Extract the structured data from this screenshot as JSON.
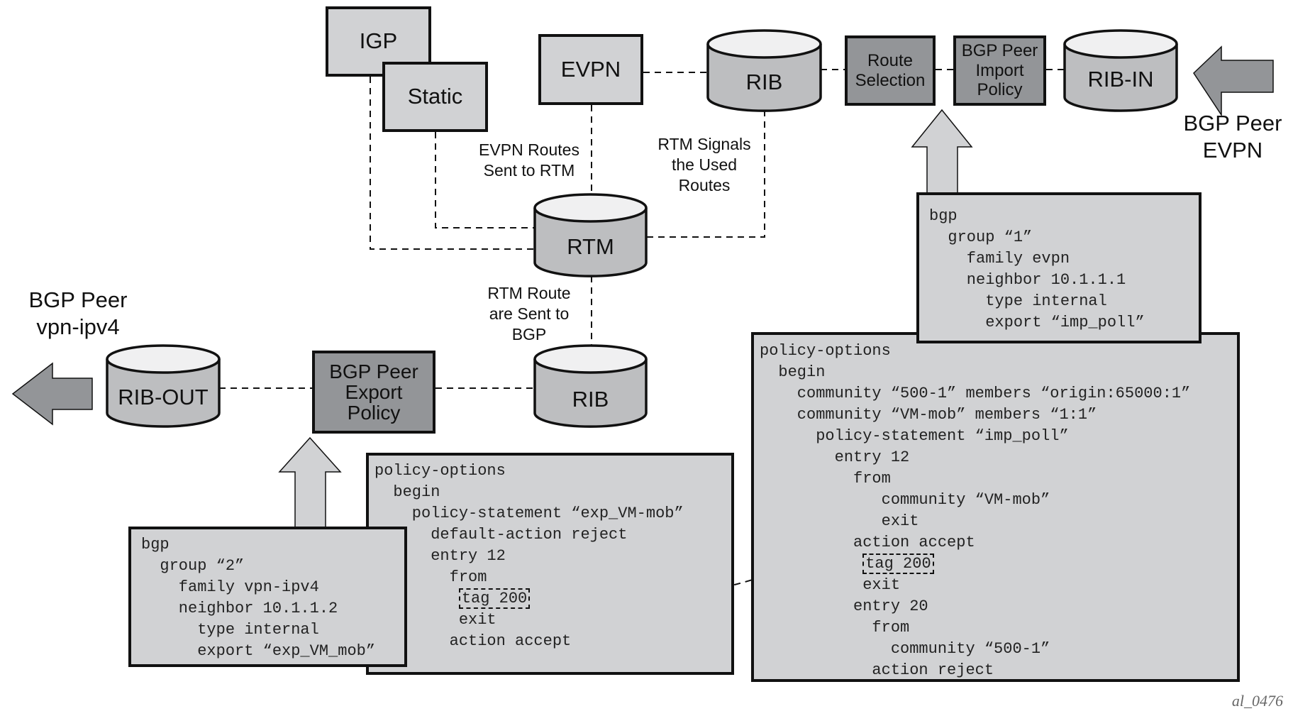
{
  "nodes": {
    "igp": "IGP",
    "static": "Static",
    "evpn": "EVPN",
    "rib_top": "RIB",
    "route_selection": [
      "Route",
      "Selection"
    ],
    "import_policy": [
      "BGP Peer",
      "Import",
      "Policy"
    ],
    "rib_in": "RIB-IN",
    "rtm": "RTM",
    "rib_bottom": "RIB",
    "export_policy": [
      "BGP Peer",
      "Export",
      "Policy"
    ],
    "rib_out": "RIB-OUT"
  },
  "peers": {
    "evpn_peer": [
      "BGP Peer",
      "EVPN"
    ],
    "vpn_peer": [
      "BGP Peer",
      "vpn-ipv4"
    ]
  },
  "notes": {
    "evpn_to_rtm": [
      "EVPN Routes",
      "Sent to RTM"
    ],
    "rtm_signals": [
      "RTM Signals",
      "the Used",
      "Routes"
    ],
    "rtm_to_bgp": [
      "RTM Route",
      "are Sent to",
      "BGP"
    ]
  },
  "code_blocks": {
    "bgp_group1": [
      "bgp",
      "  group “1”",
      "    family evpn",
      "    neighbor 10.1.1.1",
      "      type internal",
      "      export “imp_poll”"
    ],
    "policy_import": [
      "policy-options",
      "  begin",
      "    community “500-1” members “origin:65000:1”",
      "    community “VM-mob” members “1:1”",
      "      policy-statement “imp_poll”",
      "        entry 12",
      "          from",
      "             community “VM-mob”",
      "             exit",
      "          action accept",
      "           tag 200",
      "           exit",
      "          entry 20",
      "            from",
      "              community “500-1”",
      "            action reject"
    ],
    "bgp_group2": [
      "bgp",
      "  group “2”",
      "    family vpn-ipv4",
      "    neighbor 10.1.1.2",
      "      type internal",
      "      export “exp_VM_mob”"
    ],
    "policy_export": [
      "policy-options",
      "  begin",
      "    policy-statement “exp_VM-mob”",
      "      default-action reject",
      "      entry 12",
      "        from",
      "         tag 200",
      "         exit",
      "        action accept"
    ]
  },
  "reference": "al_0476",
  "colors": {
    "box_light": "#d1d2d4",
    "box_dark": "#939598",
    "cylinder_body": "#bdbec0",
    "cylinder_top": "#f0f0f1",
    "arrow_dark": "#939598",
    "arrow_light": "#d1d2d4"
  }
}
